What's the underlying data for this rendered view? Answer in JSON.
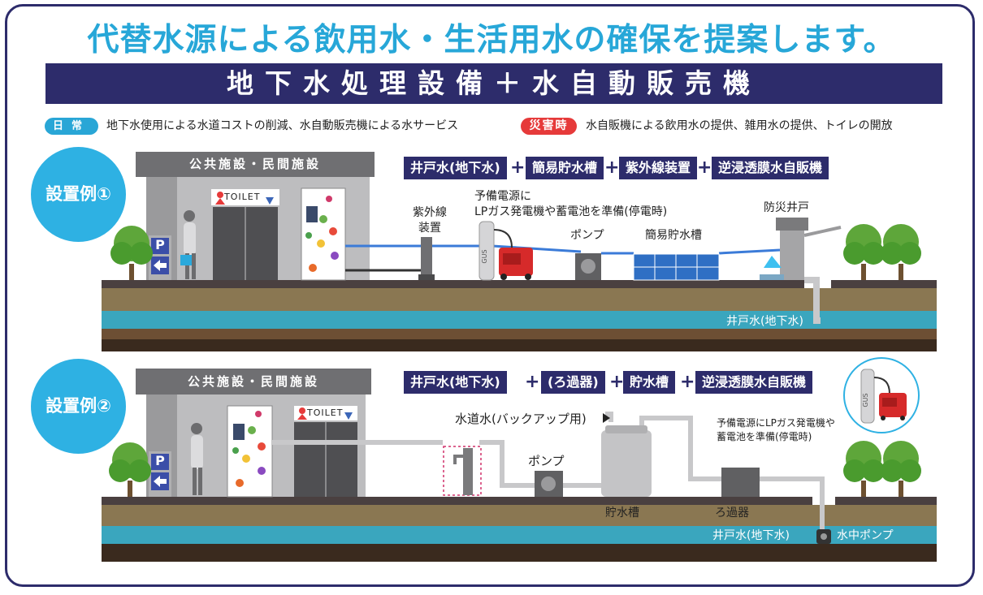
{
  "title": "代替水源による飲用水・生活用水の確保を提案します。",
  "subtitle": "地下水処理設備＋水自動販売機",
  "daily": {
    "badge": "日常",
    "text": "地下水使用による水道コストの削減、水自動販売機による水サービス"
  },
  "disaster": {
    "badge": "災害時",
    "text": "水自販機による飲用水の提供、雑用水の提供、トイレの開放"
  },
  "colors": {
    "navy": "#2d2c6b",
    "cyan": "#2eb1e3",
    "red": "#e63a3a",
    "water": "#3aa6be",
    "soil": "#8a7752"
  },
  "example1": {
    "badge": "設置例①",
    "building": "公共施設・民間施設",
    "toilet": "TOILET",
    "parking": "P",
    "formula": [
      "井戸水(地下水)",
      "簡易貯水槽",
      "紫外線装置",
      "逆浸透膜水自販機"
    ],
    "uv_label": [
      "紫外線",
      "装置"
    ],
    "power_label": [
      "予備電源に",
      "LPガス発電機や蓄電池を準備(停電時)"
    ],
    "gus": "GUS",
    "pump": "ポンプ",
    "tank": "簡易貯水槽",
    "well": "防災井戸",
    "groundwater": "井戸水(地下水)"
  },
  "example2": {
    "badge": "設置例②",
    "building": "公共施設・民間施設",
    "toilet": "TOILET",
    "parking": "P",
    "formula": [
      "井戸水(地下水)",
      "(ろ過器)",
      "貯水槽",
      "逆浸透膜水自販機"
    ],
    "tap_water": "水道水(バックアップ用)",
    "pump": "ポンプ",
    "tank": "貯水槽",
    "filter": "ろ過器",
    "power_label": [
      "予備電源にLPガス発電機や",
      "蓄電池を準備(停電時)"
    ],
    "gus": "GUS",
    "groundwater": "井戸水(地下水)",
    "submersible_pump": "水中ポンプ"
  }
}
